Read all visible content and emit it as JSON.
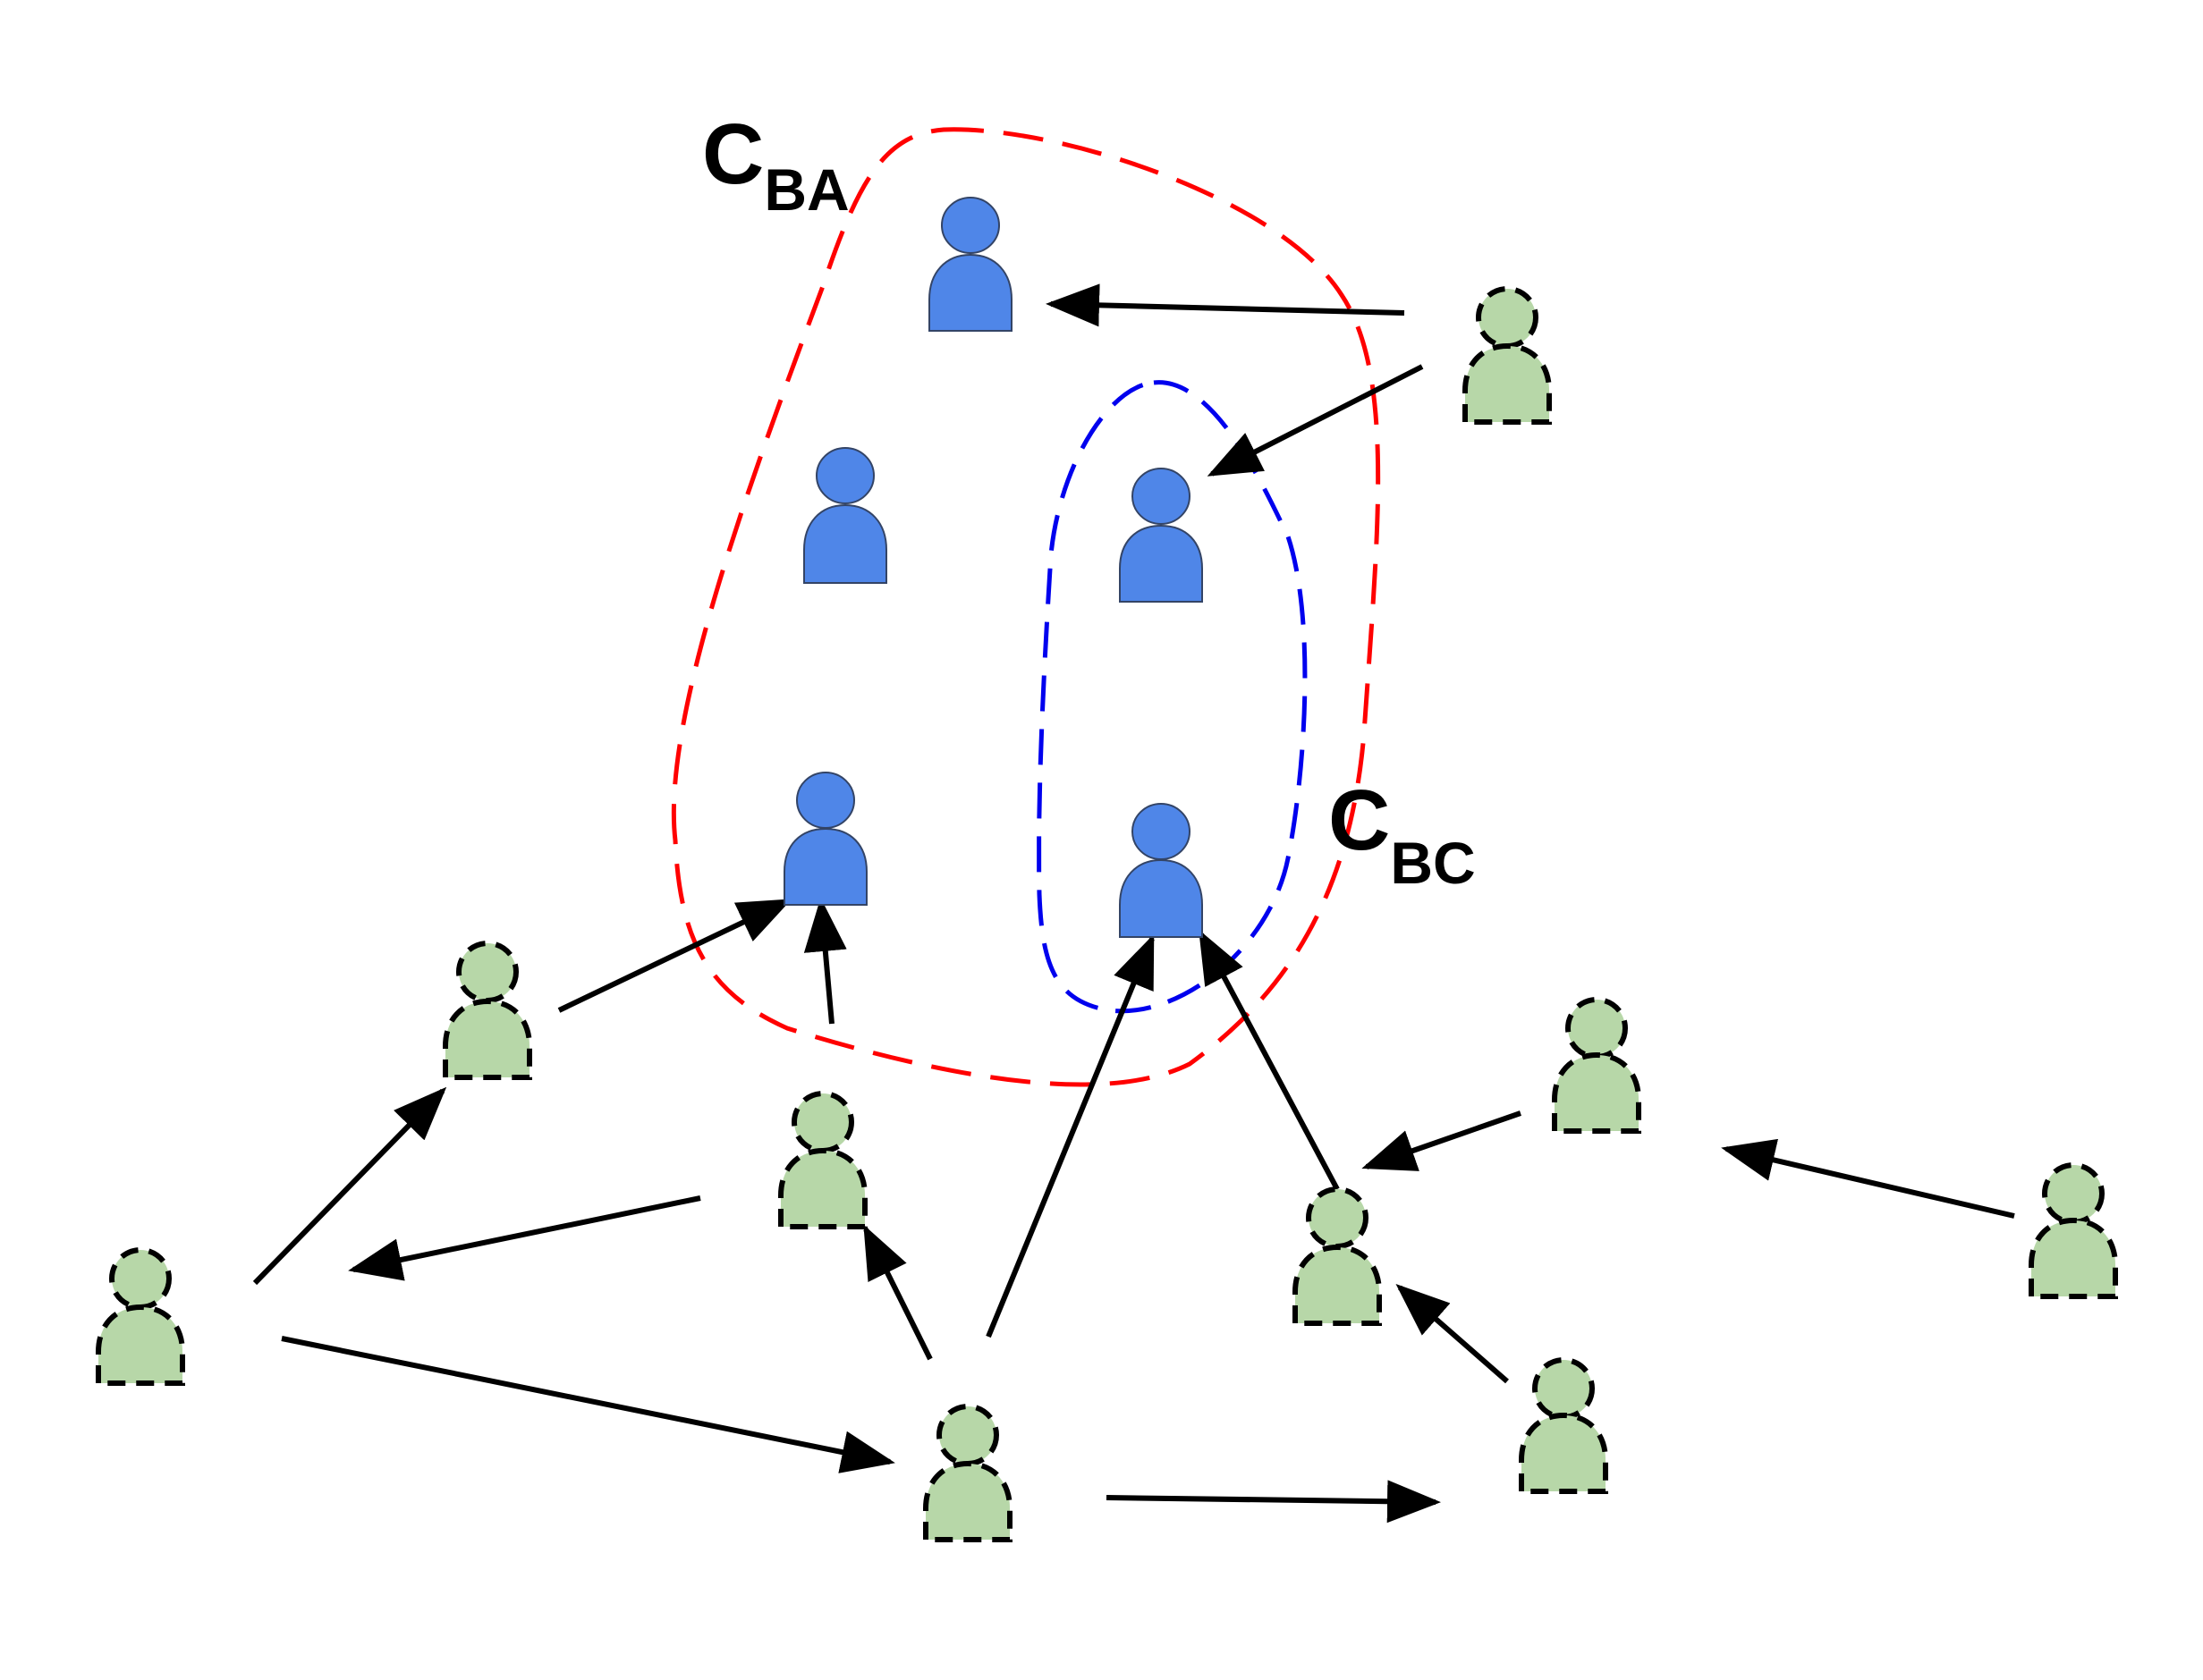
{
  "labels": {
    "outer_main": "C",
    "outer_sub": "BA",
    "inner_main": "C",
    "inner_sub": "BC"
  },
  "colors": {
    "outer_boundary": "#ff0000",
    "inner_boundary": "#0000ee",
    "member_fill": "#4f86e8",
    "outsider_fill": "#b7d7a8",
    "arrow": "#000000"
  },
  "legend": {
    "member_icon": "person-icon",
    "outsider_icon": "person-icon"
  }
}
